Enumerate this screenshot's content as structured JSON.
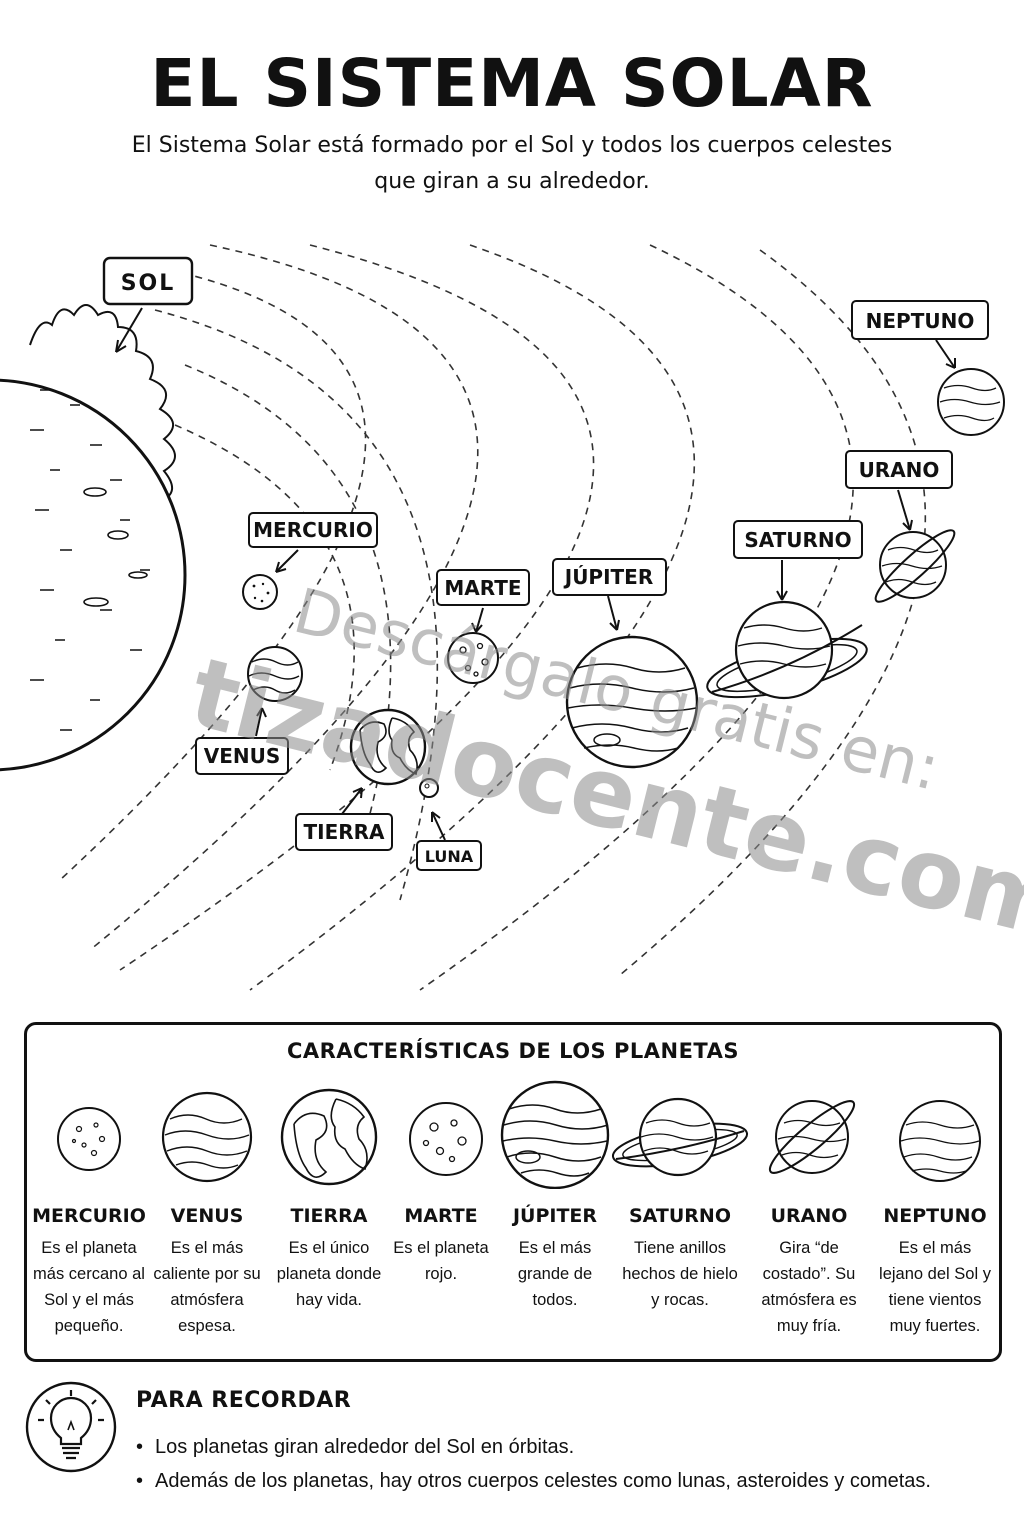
{
  "header": {
    "title": "EL SISTEMA SOLAR",
    "subtitle": "El Sistema Solar está formado por el Sol y todos los cuerpos celestes que giran a su alrededor."
  },
  "diagram": {
    "labels": {
      "sun": "SOL",
      "mercury": "MERCURIO",
      "venus": "VENUS",
      "earth": "TIERRA",
      "moon": "LUNA",
      "mars": "MARTE",
      "jupiter": "JÚPITER",
      "saturn": "SATURNO",
      "uranus": "URANO",
      "neptune": "NEPTUNO"
    },
    "watermark": {
      "line1": "Descárgalo gratis en:",
      "line2": "tizadocente.com"
    }
  },
  "characteristics": {
    "title": "CARACTERÍSTICAS DE LOS PLANETAS",
    "planets": [
      {
        "name": "MERCURIO",
        "description": "Es el planeta más cercano al Sol y el más pequeño.",
        "icon": "mercury-icon"
      },
      {
        "name": "VENUS",
        "description": "Es el más caliente por su atmósfera espesa.",
        "icon": "venus-icon"
      },
      {
        "name": "TIERRA",
        "description": "Es el único planeta donde hay vida.",
        "icon": "earth-icon"
      },
      {
        "name": "MARTE",
        "description": "Es el planeta rojo.",
        "icon": "mars-icon"
      },
      {
        "name": "JÚPITER",
        "description": "Es el más grande de todos.",
        "icon": "jupiter-icon"
      },
      {
        "name": "SATURNO",
        "description": "Tiene anillos hechos de hielo y rocas.",
        "icon": "saturn-icon"
      },
      {
        "name": "URANO",
        "description": "Gira “de costado”. Su atmósfera es muy fría.",
        "icon": "uranus-icon"
      },
      {
        "name": "NEPTUNO",
        "description": "Es el más lejano del Sol y tiene vientos muy fuertes.",
        "icon": "neptune-icon"
      }
    ]
  },
  "remember": {
    "title": "PARA RECORDAR",
    "icon": "lightbulb-icon",
    "items": [
      "Los planetas giran alrededor del Sol en órbitas.",
      "Además de los planetas, hay otros cuerpos celestes como lunas, asteroides y cometas."
    ]
  }
}
